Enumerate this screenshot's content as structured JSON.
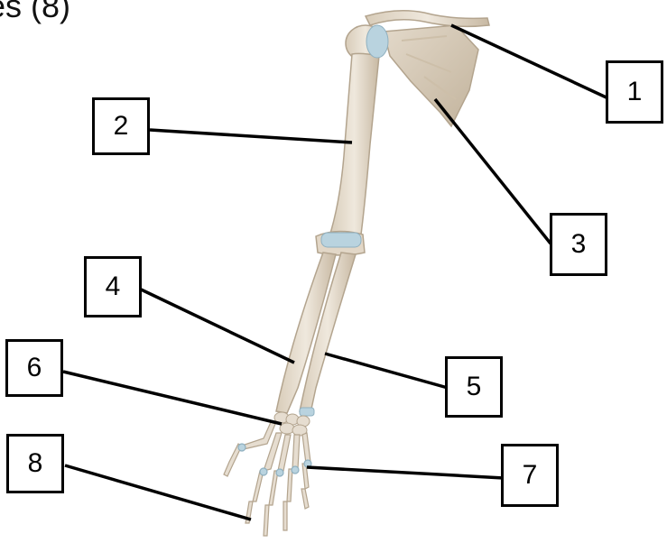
{
  "title": "es (8)",
  "labels": [
    {
      "id": "1",
      "text": "1"
    },
    {
      "id": "2",
      "text": "2"
    },
    {
      "id": "3",
      "text": "3"
    },
    {
      "id": "4",
      "text": "4"
    },
    {
      "id": "5",
      "text": "5"
    },
    {
      "id": "6",
      "text": "6"
    },
    {
      "id": "7",
      "text": "7"
    },
    {
      "id": "8",
      "text": "8"
    }
  ],
  "colors": {
    "bone": "#e6ddd0",
    "bone_shade": "#c9bca8",
    "cartilage": "#b9d3df",
    "leader_line": "#000000"
  }
}
